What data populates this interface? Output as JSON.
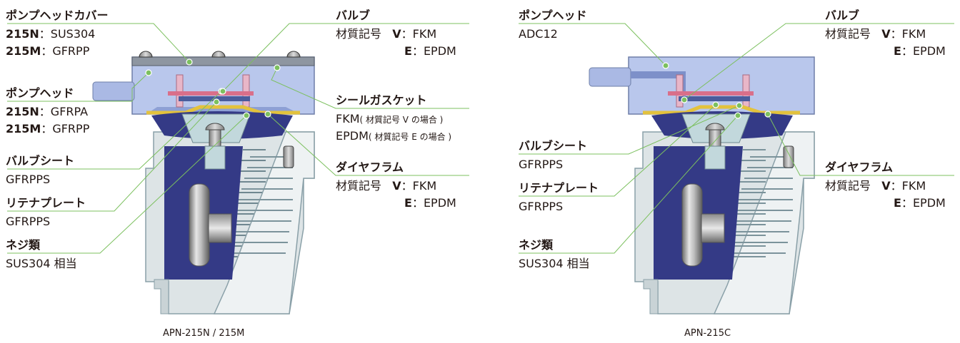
{
  "left": {
    "caption": "APN-215N / 215M",
    "pump_head_cover": {
      "title": "ポンプヘッドカバー",
      "m1": "215N",
      "v1": "：SUS304",
      "m2": "215M",
      "v2": "：GFRPP"
    },
    "pump_head": {
      "title": "ポンプヘッド",
      "m1": "215N",
      "v1": "：GFRPA",
      "m2": "215M",
      "v2": "：GFRPP"
    },
    "valve_seat": {
      "title": "バルブシート",
      "value": "GFRPPS"
    },
    "retainer_plate": {
      "title": "リテナプレート",
      "value": "GFRPPS"
    },
    "screws": {
      "title": "ネジ類",
      "value": "SUS304 相当"
    },
    "valve": {
      "title": "バルブ",
      "label": "材質記号",
      "c1": "V",
      "v1": "：FKM",
      "c2": "E",
      "v2": "：EPDM"
    },
    "seal_gasket": {
      "title": "シールガスケット",
      "l1_main": "FKM",
      "l1_note": "( 材質記号 V の場合 )",
      "l2_main": "EPDM",
      "l2_note": "( 材質記号 E の場合 )"
    },
    "diaphragm": {
      "title": "ダイヤフラム",
      "label": "材質記号",
      "c1": "V",
      "v1": "：FKM",
      "c2": "E",
      "v2": "：EPDM"
    }
  },
  "right": {
    "caption": "APN-215C",
    "pump_head": {
      "title": "ポンプヘッド",
      "value": "ADC12"
    },
    "valve_seat": {
      "title": "バルブシート",
      "value": "GFRPPS"
    },
    "retainer_plate": {
      "title": "リテナプレート",
      "value": "GFRPPS"
    },
    "screws": {
      "title": "ネジ類",
      "value": "SUS304 相当"
    },
    "valve": {
      "title": "バルブ",
      "label": "材質記号",
      "c1": "V",
      "v1": "：FKM",
      "c2": "E",
      "v2": "：EPDM"
    },
    "diaphragm": {
      "title": "ダイヤフラム",
      "label": "材質記号",
      "c1": "V",
      "v1": "：FKM",
      "c2": "E",
      "v2": "：EPDM"
    }
  },
  "colors": {
    "leader": "#7cc05f",
    "pump_head": "#b9c7ec",
    "body": "#dde4e6",
    "motor": "#343a86",
    "gasket": "#e3c23d",
    "valve": "#e8b6c8",
    "dot": "#7cc05f"
  }
}
